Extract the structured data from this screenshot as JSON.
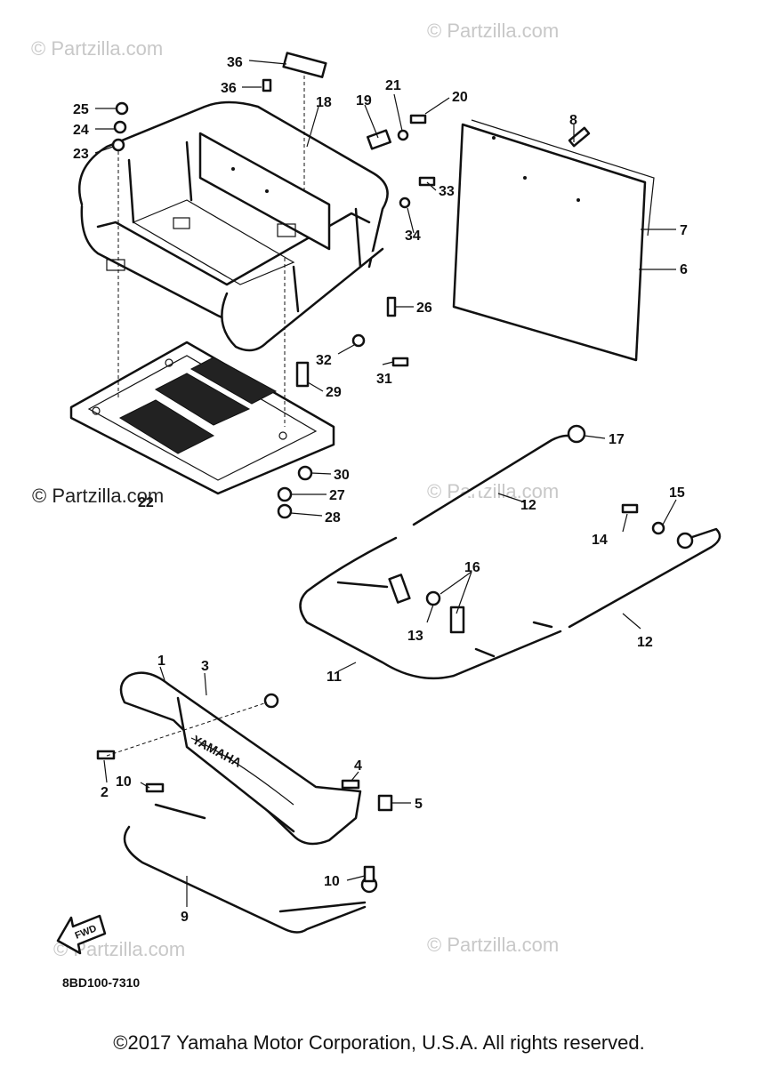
{
  "watermarks": {
    "top_left": "© Partzilla.com",
    "top_right": "© Partzilla.com",
    "mid_left": "© Partzilla.com",
    "mid_right": "© Partzilla.com",
    "bottom_left": "© Partzilla.com",
    "bottom_right": "© Partzilla.com"
  },
  "callouts": {
    "c1": "1",
    "c2": "2",
    "c3": "3",
    "c4": "4",
    "c5": "5",
    "c6": "6",
    "c7": "7",
    "c8": "8",
    "c9": "9",
    "c10a": "10",
    "c10b": "10",
    "c11": "11",
    "c12a": "12",
    "c12b": "12",
    "c13": "13",
    "c14": "14",
    "c15": "15",
    "c16": "16",
    "c17": "17",
    "c18": "18",
    "c19": "19",
    "c20": "20",
    "c21": "21",
    "c22": "22",
    "c23": "23",
    "c24": "24",
    "c25": "25",
    "c26": "26",
    "c27": "27",
    "c28": "28",
    "c29": "29",
    "c30": "30",
    "c31": "31",
    "c32": "32",
    "c33": "33",
    "c34": "34",
    "c36a": "36",
    "c36b": "36"
  },
  "fwd_label": "FWD",
  "bumper_logo": "YAMAHA",
  "diagram_code": "8BD100-7310",
  "copyright": "©2017 Yamaha Motor Corporation, U.S.A. All rights reserved."
}
